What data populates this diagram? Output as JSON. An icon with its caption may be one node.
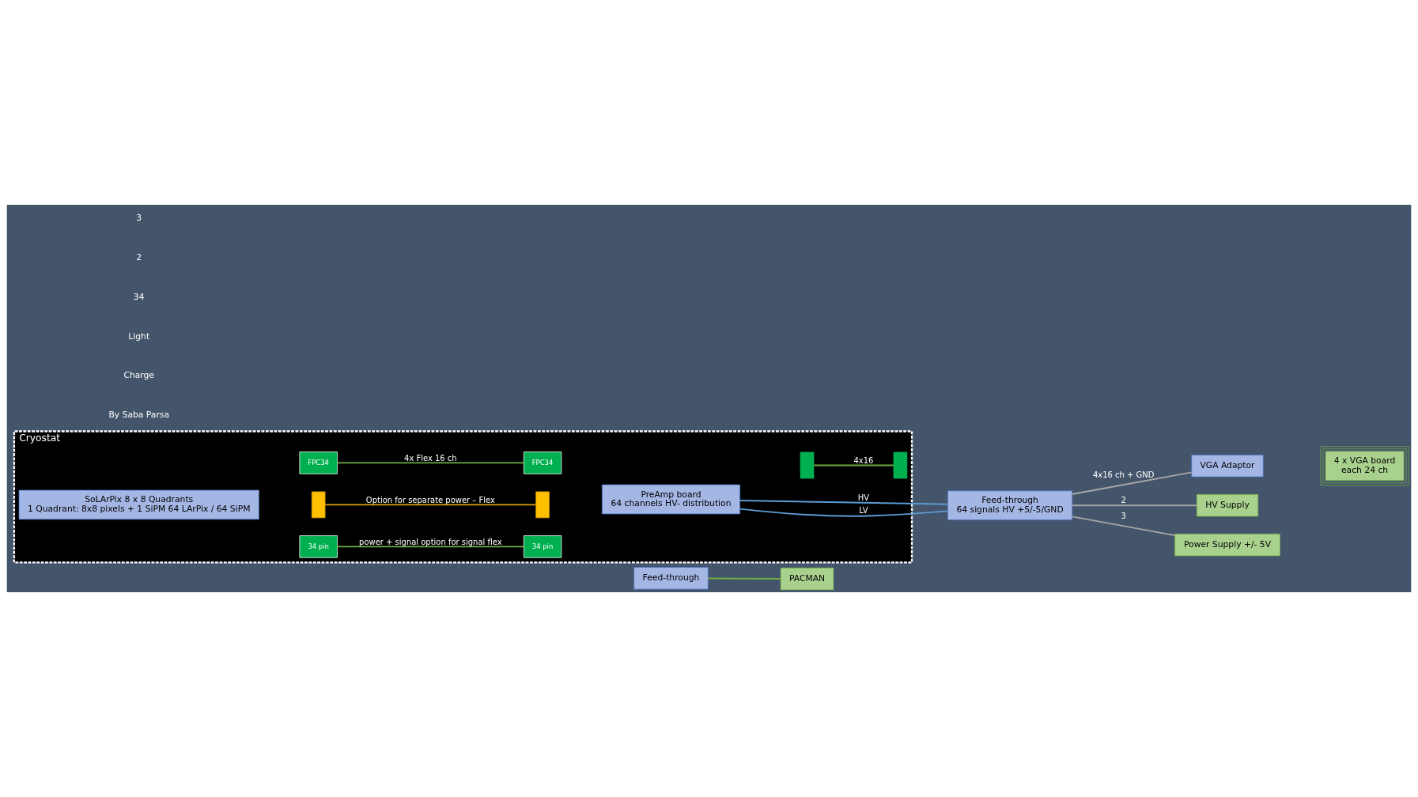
{
  "diagram": {
    "nodes": [
      {
        "text": [
          "Cryostat"
        ]
      },
      {
        "text": [
          "SoLArPix 8 x 8 Quadrants",
          "1 Quadrant: 8x8 pixels + 1 SiPM 64 LArPix / 64 SiPM"
        ],
        "in": 0
      },
      {
        "text": [],
        "shape": "box",
        "in": 0
      },
      {
        "text": [
          "34 pin"
        ],
        "in": 0
      },
      {
        "text": [],
        "shape": "box",
        "in": 0
      },
      {
        "text": [
          "34 pin"
        ],
        "in": 0
      },
      {
        "text": [
          "Feed-through"
        ]
      },
      {
        "text": [
          "PACMAN"
        ]
      },
      {
        "text": [
          "FPC34"
        ],
        "in": 0
      },
      {
        "text": [
          "FPC34"
        ],
        "in": 0
      },
      {
        "text": [
          "PreAmp board",
          "64 channels HV- distribution"
        ],
        "in": 0
      },
      {
        "text": [],
        "shape": "box",
        "in": 0
      },
      {
        "text": [],
        "shape": "box",
        "in": 0
      },
      {
        "text": [
          "Feed-through",
          "64 signals HV +5/-5/GND"
        ]
      },
      {
        "text": [
          "VGA Adaptor"
        ]
      },
      {
        "text": [
          "4 x VGA board",
          "each 24 ch"
        ]
      },
      {
        "text": [
          "HV Supply"
        ]
      },
      {
        "text": [
          "Power Supply +/- 5V"
        ]
      }
    ],
    "edges": [
      {
        "from": 2,
        "to": 4,
        "arrow": "none",
        "label": "Option for separate power – Flex",
        "color": "#e0a010"
      },
      {
        "from": 3,
        "to": 5,
        "arrow": "none",
        "label": "power + signal option for signal flex",
        "color": "#70ad47"
      },
      {
        "from": 6,
        "to": 7,
        "arrow": "none",
        "color": "#70ad47"
      },
      {
        "from": 8,
        "to": 9,
        "arrow": "none",
        "label": "4x Flex 16 ch",
        "color": "#70ad47"
      },
      {
        "from": 10,
        "to": 13,
        "arrow": "none",
        "label": "HV",
        "color": "#5b9bd5"
      },
      {
        "from": 10,
        "to": 13,
        "arrow": "none",
        "label": "LV",
        "color": "#5b9bd5"
      },
      {
        "from": 11,
        "to": 12,
        "arrow": "none",
        "label": "4x16",
        "color": "#70ad47"
      },
      {
        "from": 13,
        "to": 14,
        "arrow": "none",
        "label": "4x16 ch + GND",
        "color": "#a6a6a6"
      },
      {
        "from": 13,
        "to": 16,
        "arrow": "none",
        "label": "2",
        "color": "#a6a6a6"
      },
      {
        "from": 13,
        "to": 17,
        "arrow": "none",
        "label": "3",
        "color": "#a6a6a6"
      }
    ],
    "labels": [
      "By Saba Parsa",
      "Charge",
      "Light",
      "34",
      "2",
      "3"
    ]
  }
}
